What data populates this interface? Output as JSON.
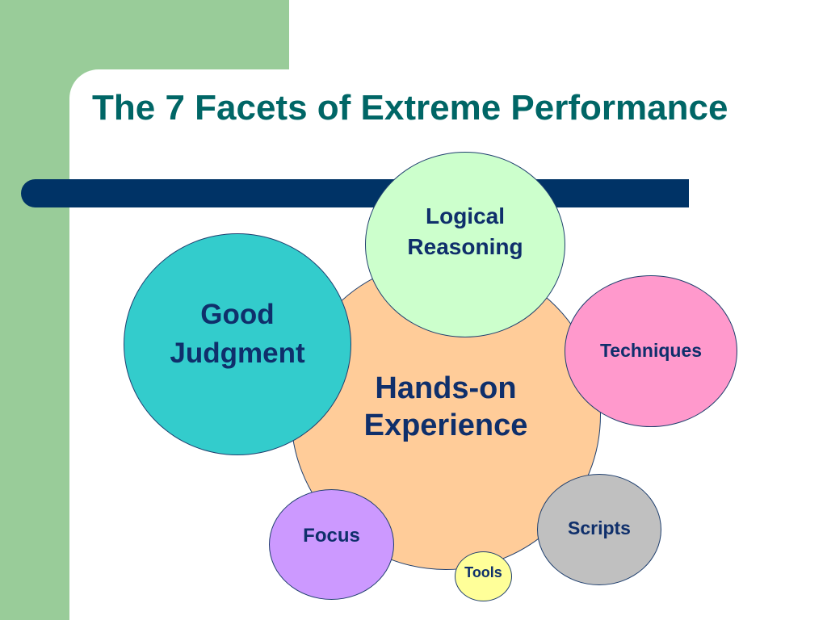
{
  "slide": {
    "title": "The 7 Facets of Extreme Performance"
  },
  "diagram": {
    "center": {
      "label": "Hands-on\nExperience",
      "color": "#ffcc99"
    },
    "facets": [
      {
        "id": "logical-reasoning",
        "label": "Logical\nReasoning",
        "color": "#ccffcc"
      },
      {
        "id": "good-judgment",
        "label": "Good\nJudgment",
        "color": "#33cccc"
      },
      {
        "id": "techniques",
        "label": "Techniques",
        "color": "#ff99cc"
      },
      {
        "id": "focus",
        "label": "Focus",
        "color": "#cc99ff"
      },
      {
        "id": "scripts",
        "label": "Scripts",
        "color": "#c0c0c0"
      },
      {
        "id": "tools",
        "label": "Tools",
        "color": "#ffff99"
      }
    ]
  },
  "colors": {
    "title": "#006666",
    "sidebar": "#99cc99",
    "bar": "#003366",
    "text": "#0f2f6b"
  }
}
